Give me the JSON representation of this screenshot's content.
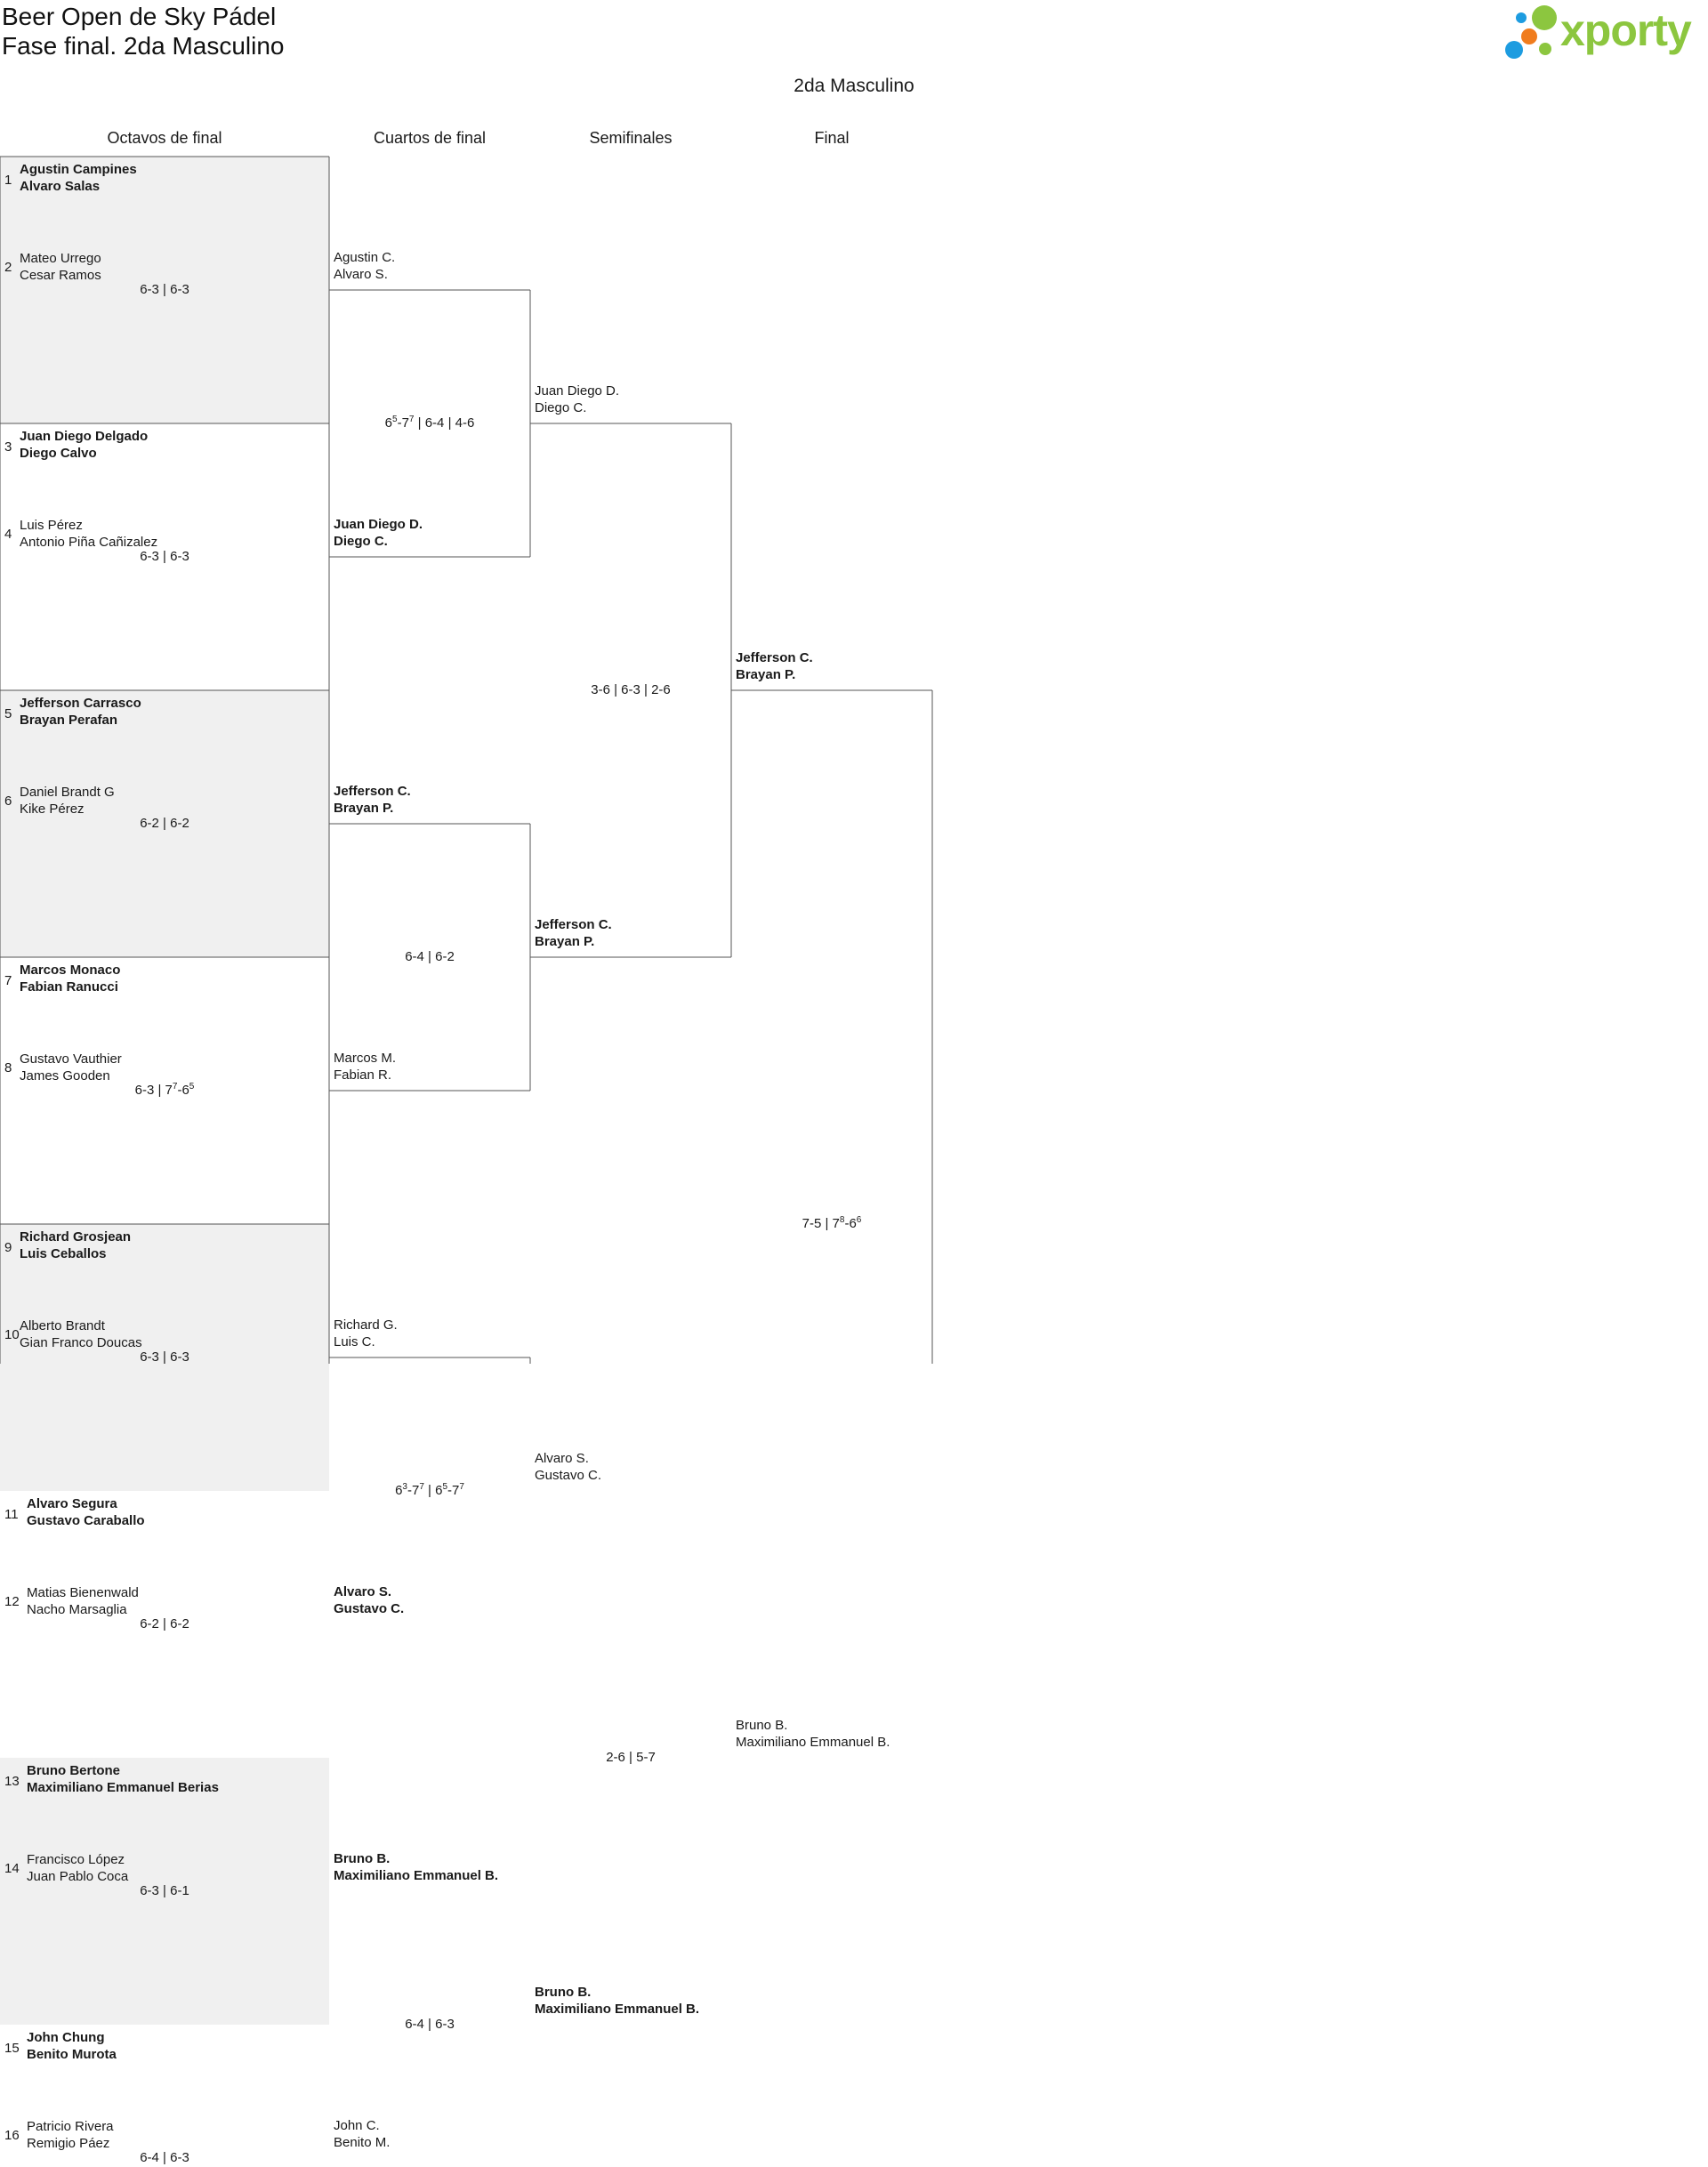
{
  "header": {
    "tournament_title": "Beer Open de Sky Pádel",
    "phase_title": "Fase final. 2da Masculino"
  },
  "logo": {
    "text": "xporty",
    "colors": {
      "green": "#8cc63f",
      "orange": "#f07c1d",
      "blue": "#1d9ce0"
    }
  },
  "category_title": "2da Masculino",
  "rounds": [
    {
      "label": "Octavos de final"
    },
    {
      "label": "Cuartos de final"
    },
    {
      "label": "Semifinales"
    },
    {
      "label": "Final"
    }
  ],
  "round_of_16": [
    {
      "top": {
        "seed": "1",
        "p1": "Agustin Campines",
        "p2": "Alvaro Salas",
        "winner": true
      },
      "bottom": {
        "seed": "2",
        "p1": "Mateo Urrego",
        "p2": "Cesar Ramos",
        "winner": false
      },
      "score": [
        [
          "6-3"
        ],
        [
          "6-3"
        ]
      ]
    },
    {
      "top": {
        "seed": "3",
        "p1": "Juan Diego Delgado",
        "p2": "Diego Calvo",
        "winner": true
      },
      "bottom": {
        "seed": "4",
        "p1": "Luis Pérez",
        "p2": "Antonio Piña Cañizalez",
        "winner": false
      },
      "score": [
        [
          "6-3"
        ],
        [
          "6-3"
        ]
      ]
    },
    {
      "top": {
        "seed": "5",
        "p1": "Jefferson Carrasco",
        "p2": "Brayan Perafan",
        "winner": true
      },
      "bottom": {
        "seed": "6",
        "p1": "Daniel Brandt G",
        "p2": "Kike Pérez",
        "winner": false
      },
      "score": [
        [
          "6-2"
        ],
        [
          "6-2"
        ]
      ]
    },
    {
      "top": {
        "seed": "7",
        "p1": "Marcos Monaco",
        "p2": "Fabian Ranucci",
        "winner": true
      },
      "bottom": {
        "seed": "8",
        "p1": "Gustavo Vauthier",
        "p2": "James Gooden",
        "winner": false
      },
      "score": [
        [
          "6-3"
        ],
        [
          "7",
          "7",
          "-6",
          "5"
        ]
      ]
    },
    {
      "top": {
        "seed": "9",
        "p1": "Richard Grosjean",
        "p2": "Luis Ceballos",
        "winner": true
      },
      "bottom": {
        "seed": "10",
        "p1": "Alberto Brandt",
        "p2": "Gian Franco Doucas",
        "winner": false
      },
      "score": [
        [
          "6-3"
        ],
        [
          "6-3"
        ]
      ]
    },
    {
      "top": {
        "seed": "11",
        "p1": "Alvaro Segura",
        "p2": "Gustavo Caraballo",
        "winner": true
      },
      "bottom": {
        "seed": "12",
        "p1": "Matias Bienenwald",
        "p2": "Nacho Marsaglia",
        "winner": false
      },
      "score": [
        [
          "6-2"
        ],
        [
          "6-2"
        ]
      ]
    },
    {
      "top": {
        "seed": "13",
        "p1": "Bruno Bertone",
        "p2": "Maximiliano Emmanuel Berias",
        "winner": true
      },
      "bottom": {
        "seed": "14",
        "p1": "Francisco López",
        "p2": "Juan Pablo Coca",
        "winner": false
      },
      "score": [
        [
          "6-3"
        ],
        [
          "6-1"
        ]
      ]
    },
    {
      "top": {
        "seed": "15",
        "p1": "John Chung",
        "p2": "Benito Murota",
        "winner": true
      },
      "bottom": {
        "seed": "16",
        "p1": "Patricio Rivera",
        "p2": "Remigio Páez",
        "winner": false
      },
      "score": [
        [
          "6-4"
        ],
        [
          "6-3"
        ]
      ]
    }
  ],
  "quarterfinals": [
    {
      "top": {
        "p1": "Agustin C.",
        "p2": "Alvaro S.",
        "winner": false
      },
      "bottom": {
        "p1": "Juan Diego D.",
        "p2": "Diego C.",
        "winner": true
      },
      "score": [
        [
          "6",
          "5",
          "-7",
          "7"
        ],
        [
          "6-4"
        ],
        [
          "4-6"
        ]
      ]
    },
    {
      "top": {
        "p1": "Jefferson C.",
        "p2": "Brayan P.",
        "winner": true
      },
      "bottom": {
        "p1": "Marcos M.",
        "p2": "Fabian R.",
        "winner": false
      },
      "score": [
        [
          "6-4"
        ],
        [
          "6-2"
        ]
      ]
    },
    {
      "top": {
        "p1": "Richard G.",
        "p2": "Luis C.",
        "winner": false
      },
      "bottom": {
        "p1": "Alvaro S.",
        "p2": "Gustavo C.",
        "winner": true
      },
      "score": [
        [
          "6",
          "3",
          "-7",
          "7"
        ],
        [
          "6",
          "5",
          "-7",
          "7"
        ]
      ]
    },
    {
      "top": {
        "p1": "Bruno B.",
        "p2": "Maximiliano Emmanuel B.",
        "winner": true
      },
      "bottom": {
        "p1": "John C.",
        "p2": "Benito M.",
        "winner": false
      },
      "score": [
        [
          "6-4"
        ],
        [
          "6-3"
        ]
      ]
    }
  ],
  "semifinals": [
    {
      "top": {
        "p1": "Juan Diego D.",
        "p2": "Diego C.",
        "winner": false
      },
      "bottom": {
        "p1": "Jefferson C.",
        "p2": "Brayan P.",
        "winner": true
      },
      "score": [
        [
          "3-6"
        ],
        [
          "6-3"
        ],
        [
          "2-6"
        ]
      ]
    },
    {
      "top": {
        "p1": "Alvaro S.",
        "p2": "Gustavo C.",
        "winner": false
      },
      "bottom": {
        "p1": "Bruno B.",
        "p2": "Maximiliano Emmanuel B.",
        "winner": true
      },
      "score": [
        [
          "2-6"
        ],
        [
          "5-7"
        ]
      ]
    }
  ],
  "final": [
    {
      "top": {
        "p1": "Jefferson C.",
        "p2": "Brayan P.",
        "winner": true
      },
      "bottom": {
        "p1": "Bruno B.",
        "p2": "Maximiliano Emmanuel B.",
        "winner": false
      },
      "score": [
        [
          "7-5"
        ],
        [
          "7",
          "8",
          "-6",
          "6"
        ]
      ]
    }
  ],
  "style": {
    "line_color": "#555555",
    "shade_color": "#f0f0f0"
  }
}
